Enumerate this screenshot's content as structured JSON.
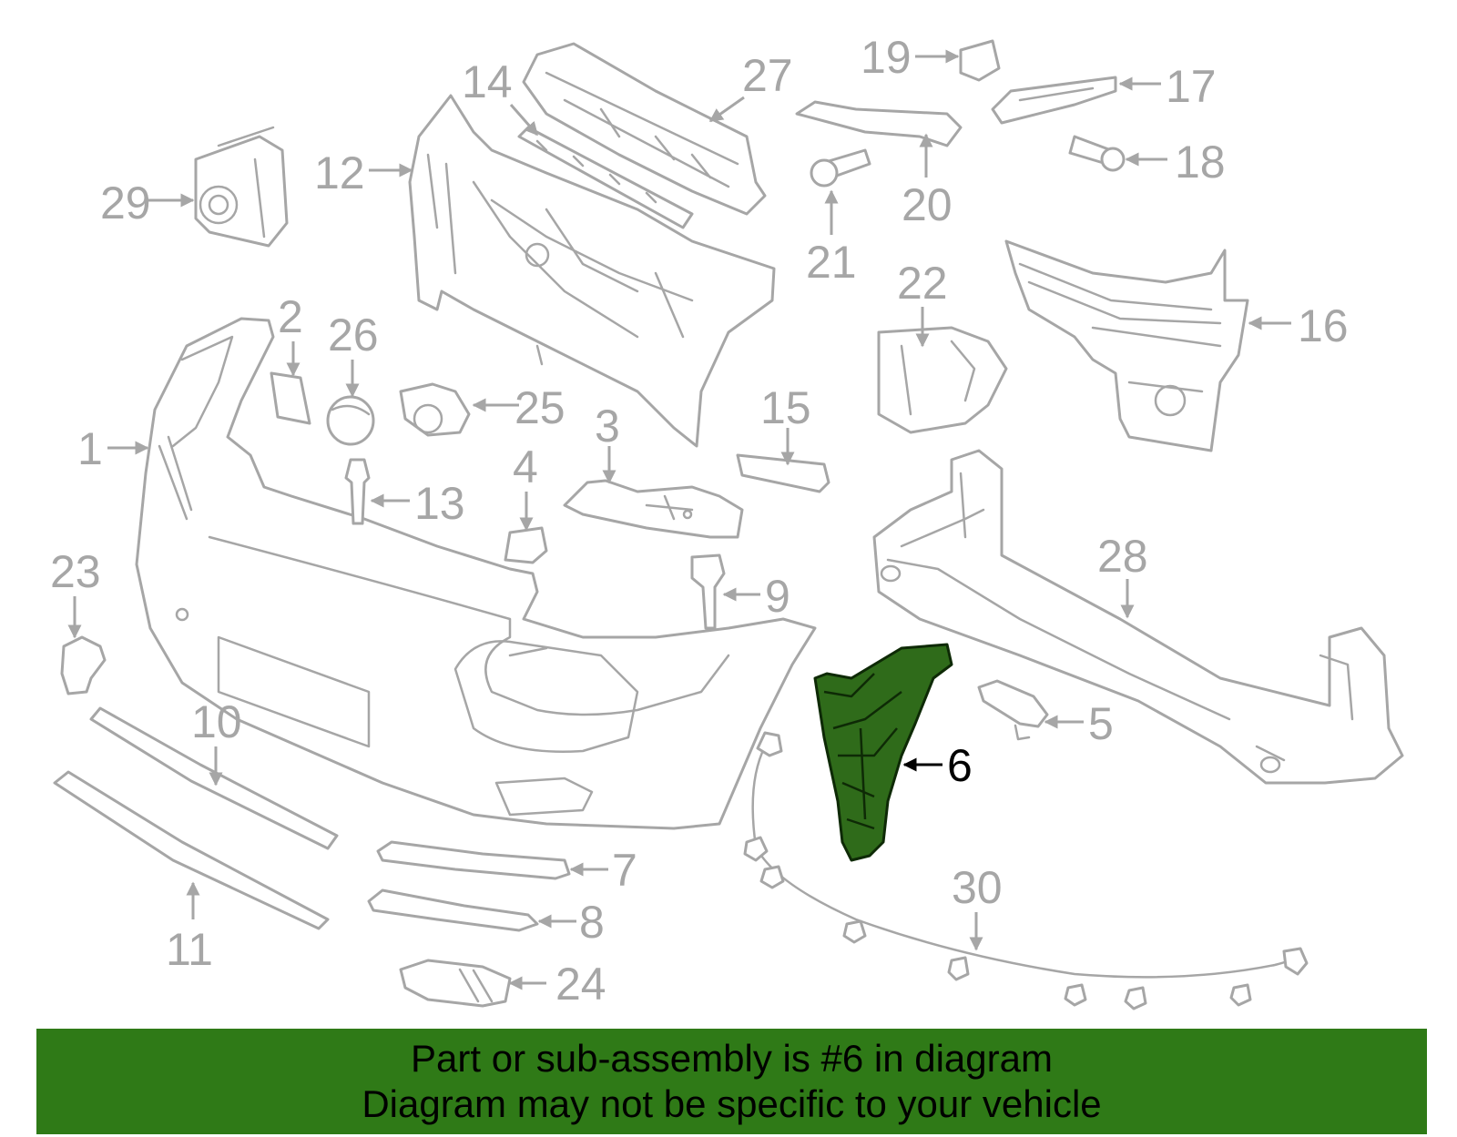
{
  "callouts": {
    "c1": "1",
    "c2": "2",
    "c3": "3",
    "c4": "4",
    "c5": "5",
    "c6": "6",
    "c7": "7",
    "c8": "8",
    "c9": "9",
    "c10": "10",
    "c11": "11",
    "c12": "12",
    "c13": "13",
    "c14": "14",
    "c15": "15",
    "c16": "16",
    "c17": "17",
    "c18": "18",
    "c19": "19",
    "c20": "20",
    "c21": "21",
    "c22": "22",
    "c23": "23",
    "c24": "24",
    "c25": "25",
    "c26": "26",
    "c27": "27",
    "c28": "28",
    "c29": "29",
    "c30": "30"
  },
  "highlighted_part": "6",
  "colors": {
    "line_art": "#a6a6a6",
    "highlight_fill": "#2f6b1a",
    "banner_bg": "#2f7a17",
    "banner_text": "#000000"
  },
  "banner": {
    "line1": "Part or sub-assembly is #6 in diagram",
    "line2": "Diagram may not be specific to your vehicle"
  }
}
